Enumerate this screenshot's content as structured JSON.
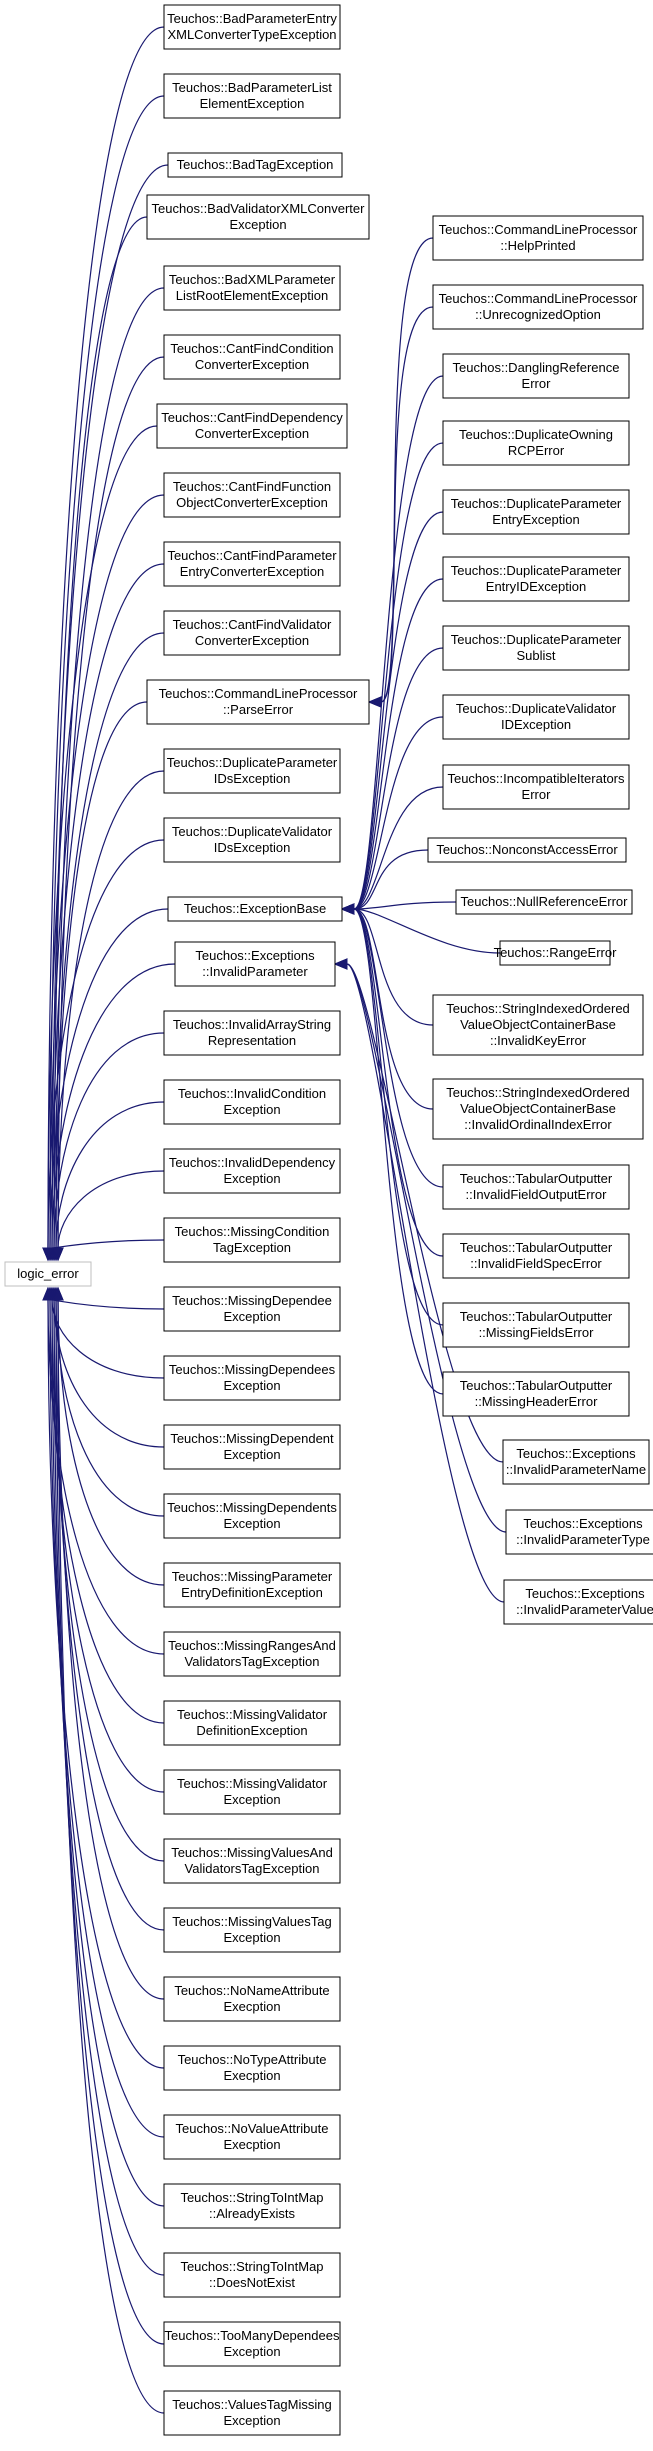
{
  "root": {
    "id": "logic_error",
    "lines": [
      "logic_error"
    ]
  },
  "left_classes": [
    {
      "id": "BadParameterEntryXMLConverterTypeException",
      "lines": [
        "Teuchos::BadParameterEntry",
        "XMLConverterTypeException"
      ]
    },
    {
      "id": "BadParameterListElementException",
      "lines": [
        "Teuchos::BadParameterList",
        "ElementException"
      ]
    },
    {
      "id": "BadTagException",
      "lines": [
        "Teuchos::BadTagException"
      ]
    },
    {
      "id": "BadValidatorXMLConverterException",
      "lines": [
        "Teuchos::BadValidatorXMLConverter",
        "Exception"
      ]
    },
    {
      "id": "BadXMLParameterListRootElementException",
      "lines": [
        "Teuchos::BadXMLParameter",
        "ListRootElementException"
      ]
    },
    {
      "id": "CantFindConditionConverterException",
      "lines": [
        "Teuchos::CantFindCondition",
        "ConverterException"
      ]
    },
    {
      "id": "CantFindDependencyConverterException",
      "lines": [
        "Teuchos::CantFindDependency",
        "ConverterException"
      ]
    },
    {
      "id": "CantFindFunctionObjectConverterException",
      "lines": [
        "Teuchos::CantFindFunction",
        "ObjectConverterException"
      ]
    },
    {
      "id": "CantFindParameterEntryConverterException",
      "lines": [
        "Teuchos::CantFindParameter",
        "EntryConverterException"
      ]
    },
    {
      "id": "CantFindValidatorConverterException",
      "lines": [
        "Teuchos::CantFindValidator",
        "ConverterException"
      ]
    },
    {
      "id": "CommandLineProcessor::ParseError",
      "lines": [
        "Teuchos::CommandLineProcessor",
        "::ParseError"
      ]
    },
    {
      "id": "DuplicateParameterIDsException",
      "lines": [
        "Teuchos::DuplicateParameter",
        "IDsException"
      ]
    },
    {
      "id": "DuplicateValidatorIDsException",
      "lines": [
        "Teuchos::DuplicateValidator",
        "IDsException"
      ]
    },
    {
      "id": "ExceptionBase",
      "lines": [
        "Teuchos::ExceptionBase"
      ]
    },
    {
      "id": "Exceptions::InvalidParameter",
      "lines": [
        "Teuchos::Exceptions",
        "::InvalidParameter"
      ]
    },
    {
      "id": "InvalidArrayStringRepresentation",
      "lines": [
        "Teuchos::InvalidArrayString",
        "Representation"
      ]
    },
    {
      "id": "InvalidConditionException",
      "lines": [
        "Teuchos::InvalidCondition",
        "Exception"
      ]
    },
    {
      "id": "InvalidDependencyException",
      "lines": [
        "Teuchos::InvalidDependency",
        "Exception"
      ]
    },
    {
      "id": "MissingConditionTagException",
      "lines": [
        "Teuchos::MissingCondition",
        "TagException"
      ]
    },
    {
      "id": "MissingDependeeException",
      "lines": [
        "Teuchos::MissingDependee",
        "Exception"
      ]
    },
    {
      "id": "MissingDependeesException",
      "lines": [
        "Teuchos::MissingDependees",
        "Exception"
      ]
    },
    {
      "id": "MissingDependentException",
      "lines": [
        "Teuchos::MissingDependent",
        "Exception"
      ]
    },
    {
      "id": "MissingDependentsException",
      "lines": [
        "Teuchos::MissingDependents",
        "Exception"
      ]
    },
    {
      "id": "MissingParameterEntryDefinitionException",
      "lines": [
        "Teuchos::MissingParameter",
        "EntryDefinitionException"
      ]
    },
    {
      "id": "MissingRangesAndValidatorsTagException",
      "lines": [
        "Teuchos::MissingRangesAnd",
        "ValidatorsTagException"
      ]
    },
    {
      "id": "MissingValidatorDefinitionException",
      "lines": [
        "Teuchos::MissingValidator",
        "DefinitionException"
      ]
    },
    {
      "id": "MissingValidatorException",
      "lines": [
        "Teuchos::MissingValidator",
        "Exception"
      ]
    },
    {
      "id": "MissingValuesAndValidatorsTagException",
      "lines": [
        "Teuchos::MissingValuesAnd",
        "ValidatorsTagException"
      ]
    },
    {
      "id": "MissingValuesTagException",
      "lines": [
        "Teuchos::MissingValuesTag",
        "Exception"
      ]
    },
    {
      "id": "NoNameAttributeExecption",
      "lines": [
        "Teuchos::NoNameAttribute",
        "Execption"
      ]
    },
    {
      "id": "NoTypeAttributeExecption",
      "lines": [
        "Teuchos::NoTypeAttribute",
        "Execption"
      ]
    },
    {
      "id": "NoValueAttributeExecption",
      "lines": [
        "Teuchos::NoValueAttribute",
        "Execption"
      ]
    },
    {
      "id": "StringToIntMap::AlreadyExists",
      "lines": [
        "Teuchos::StringToIntMap",
        "::AlreadyExists"
      ]
    },
    {
      "id": "StringToIntMap::DoesNotExist",
      "lines": [
        "Teuchos::StringToIntMap",
        "::DoesNotExist"
      ]
    },
    {
      "id": "TooManyDependeesException",
      "lines": [
        "Teuchos::TooManyDependees",
        "Exception"
      ]
    },
    {
      "id": "ValuesTagMissingException",
      "lines": [
        "Teuchos::ValuesTagMissing",
        "Exception"
      ]
    }
  ],
  "right_classes": [
    {
      "id": "CommandLineProcessor::HelpPrinted",
      "parent": "CommandLineProcessor::ParseError",
      "lines": [
        "Teuchos::CommandLineProcessor",
        "::HelpPrinted"
      ]
    },
    {
      "id": "CommandLineProcessor::UnrecognizedOption",
      "parent": "CommandLineProcessor::ParseError",
      "lines": [
        "Teuchos::CommandLineProcessor",
        "::UnrecognizedOption"
      ]
    },
    {
      "id": "DanglingReferenceError",
      "parent": "ExceptionBase",
      "lines": [
        "Teuchos::DanglingReference",
        "Error"
      ]
    },
    {
      "id": "DuplicateOwningRCPError",
      "parent": "ExceptionBase",
      "lines": [
        "Teuchos::DuplicateOwning",
        "RCPError"
      ]
    },
    {
      "id": "DuplicateParameterEntryException",
      "parent": "ExceptionBase",
      "lines": [
        "Teuchos::DuplicateParameter",
        "EntryException"
      ]
    },
    {
      "id": "DuplicateParameterEntryIDException",
      "parent": "ExceptionBase",
      "lines": [
        "Teuchos::DuplicateParameter",
        "EntryIDException"
      ]
    },
    {
      "id": "DuplicateParameterSublist",
      "parent": "ExceptionBase",
      "lines": [
        "Teuchos::DuplicateParameter",
        "Sublist"
      ]
    },
    {
      "id": "DuplicateValidatorIDException",
      "parent": "ExceptionBase",
      "lines": [
        "Teuchos::DuplicateValidator",
        "IDException"
      ]
    },
    {
      "id": "IncompatibleIteratorsError",
      "parent": "ExceptionBase",
      "lines": [
        "Teuchos::IncompatibleIterators",
        "Error"
      ]
    },
    {
      "id": "NonconstAccessError",
      "parent": "ExceptionBase",
      "lines": [
        "Teuchos::NonconstAccessError"
      ]
    },
    {
      "id": "NullReferenceError",
      "parent": "ExceptionBase",
      "lines": [
        "Teuchos::NullReferenceError"
      ]
    },
    {
      "id": "RangeError",
      "parent": "ExceptionBase",
      "lines": [
        "Teuchos::RangeError"
      ]
    },
    {
      "id": "InvalidKeyError",
      "parent": "ExceptionBase",
      "lines": [
        "Teuchos::StringIndexedOrdered",
        "ValueObjectContainerBase",
        "::InvalidKeyError"
      ]
    },
    {
      "id": "InvalidOrdinalIndexError",
      "parent": "ExceptionBase",
      "lines": [
        "Teuchos::StringIndexedOrdered",
        "ValueObjectContainerBase",
        "::InvalidOrdinalIndexError"
      ]
    },
    {
      "id": "InvalidFieldOutputError",
      "parent": "ExceptionBase",
      "lines": [
        "Teuchos::TabularOutputter",
        "::InvalidFieldOutputError"
      ]
    },
    {
      "id": "InvalidFieldSpecError",
      "parent": "ExceptionBase",
      "lines": [
        "Teuchos::TabularOutputter",
        "::InvalidFieldSpecError"
      ]
    },
    {
      "id": "MissingFieldsError",
      "parent": "ExceptionBase",
      "lines": [
        "Teuchos::TabularOutputter",
        "::MissingFieldsError"
      ]
    },
    {
      "id": "MissingHeaderError",
      "parent": "ExceptionBase",
      "lines": [
        "Teuchos::TabularOutputter",
        "::MissingHeaderError"
      ]
    },
    {
      "id": "InvalidParameterName",
      "parent": "Exceptions::InvalidParameter",
      "lines": [
        "Teuchos::Exceptions",
        "::InvalidParameterName"
      ]
    },
    {
      "id": "InvalidParameterType",
      "parent": "Exceptions::InvalidParameter",
      "lines": [
        "Teuchos::Exceptions",
        "::InvalidParameterType"
      ]
    },
    {
      "id": "InvalidParameterValue",
      "parent": "Exceptions::InvalidParameter",
      "lines": [
        "Teuchos::Exceptions",
        "::InvalidParameterValue"
      ]
    }
  ]
}
